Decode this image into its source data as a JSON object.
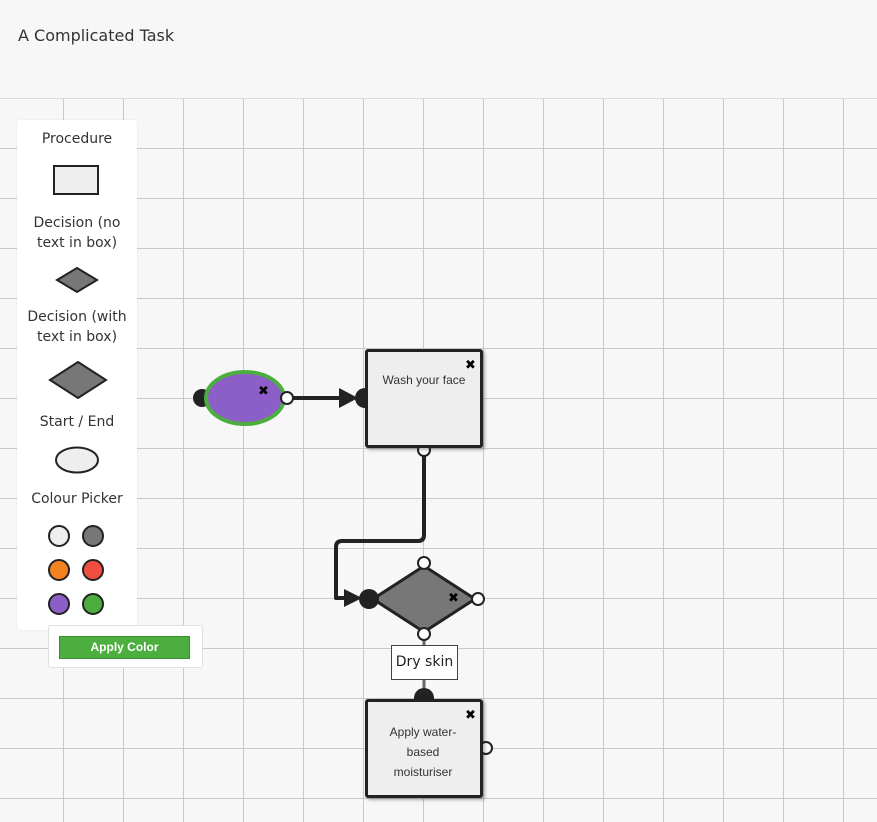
{
  "header": {
    "title": "A Complicated Task"
  },
  "palette": {
    "procedure_label": "Procedure",
    "decision_no_text_label": "Decision (no text in box)",
    "decision_with_text_label": "Decision (with text in box)",
    "start_end_label": "Start / End",
    "colour_picker_label": "Colour Picker",
    "colours": [
      "#eeeeee",
      "#777777",
      "#f58220",
      "#f04e40",
      "#8c5fc8",
      "#4cae3f"
    ],
    "apply_button_label": "Apply Color"
  },
  "flowchart": {
    "start_node": {
      "fill": "#8c5fc8",
      "selected_border": "#4cae3f"
    },
    "procedure_1": {
      "text": "Wash your face"
    },
    "decision_1": {
      "fill": "#777777"
    },
    "edge_label": "Dry skin",
    "procedure_2": {
      "text": "Apply water-based moisturiser"
    },
    "close_icon_glyph": "✖"
  }
}
